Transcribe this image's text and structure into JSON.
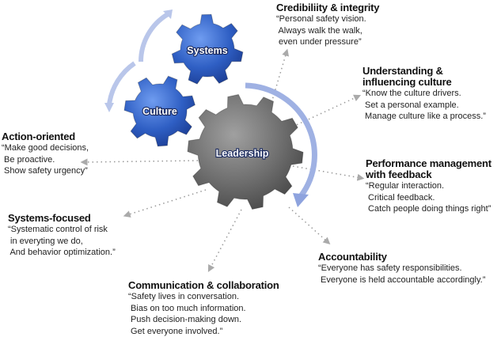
{
  "gears": {
    "systems": "Systems",
    "culture": "Culture",
    "leadership": "Leadership"
  },
  "colors": {
    "blue_gear": "#2f5fc4",
    "gray_gear": "#707070",
    "arrow": "#a9b7e0",
    "dots": "#999999"
  },
  "blocks": [
    {
      "id": "credibility",
      "title": [
        "Credibiliity & integrity"
      ],
      "lines": [
        "“Personal safety vision.",
        " Always walk the walk,",
        " even under pressure”"
      ]
    },
    {
      "id": "understanding",
      "title": [
        "Understanding &",
        "influencing culture"
      ],
      "lines": [
        "“Know the culture drivers.",
        " Set a personal example.",
        " Manage culture like a process.”"
      ]
    },
    {
      "id": "action",
      "title": [
        "Action-oriented"
      ],
      "lines": [
        "“Make good decisions,",
        " Be proactive.",
        " Show safety urgency”"
      ]
    },
    {
      "id": "performance",
      "title": [
        "Performance management",
        "with feedback"
      ],
      "lines": [
        "“Regular interaction.",
        " Critical feedback.",
        " Catch people doing things right”"
      ]
    },
    {
      "id": "systemsfocused",
      "title": [
        "Systems-focused"
      ],
      "lines": [
        "“Systematic control of risk",
        " in everyting we do,",
        " And behavior optimization.”"
      ]
    },
    {
      "id": "accountability",
      "title": [
        "Accountability"
      ],
      "lines": [
        "“Everyone has safety responsibilities.",
        " Everyone is held accountable accordingly.”"
      ]
    },
    {
      "id": "communication",
      "title": [
        "Communication & collaboration"
      ],
      "lines": [
        "“Safety lives in conversation.",
        " Bias on too much information.",
        " Push decision-making down.",
        " Get everyone involved.”"
      ]
    }
  ]
}
